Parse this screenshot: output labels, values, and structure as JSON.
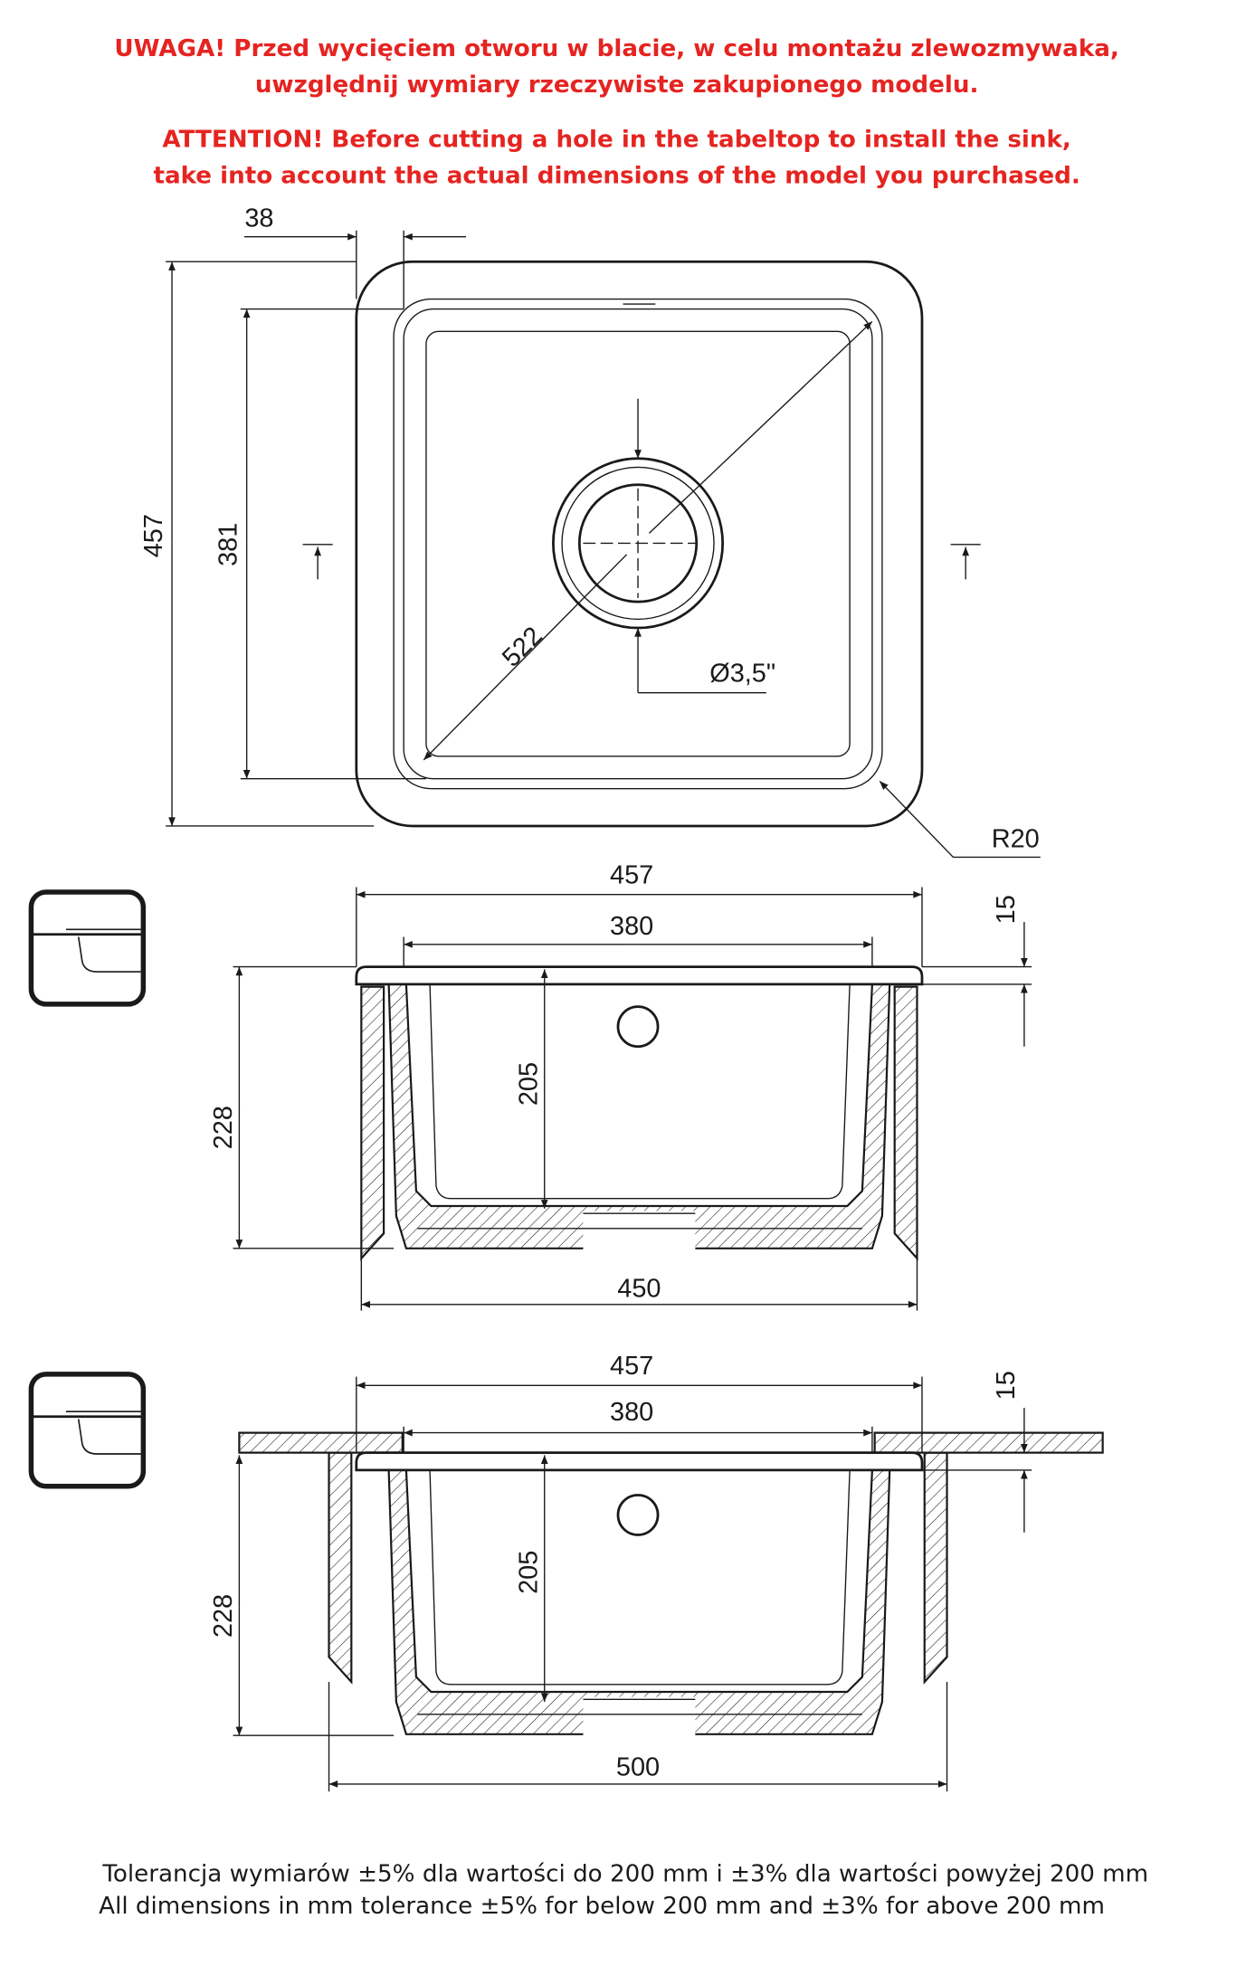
{
  "warning": {
    "pl_line1": "UWAGA! Przed wycięciem otworu w blacie, w celu montażu zlewozmywaka,",
    "pl_line2": "uwzględnij wymiary rzeczywiste zakupionego modelu.",
    "en_line1": "ATTENTION! Before cutting a hole in the tabeltop to install the sink,",
    "en_line2": "take into account the actual dimensions of the model you purchased."
  },
  "top_view": {
    "dim_rim": "38",
    "dim_outer": "457",
    "dim_inner": "381",
    "dim_diagonal": "522",
    "dim_drain": "Ø3,5\"",
    "dim_radius": "R20"
  },
  "section_overmount": {
    "dim_outer_width": "457",
    "dim_inner_width": "380",
    "dim_rim_height": "15",
    "dim_depth": "205",
    "dim_total_height": "228",
    "dim_base_width": "450"
  },
  "section_undermount": {
    "dim_outer_width": "457",
    "dim_inner_width": "380",
    "dim_rim_height": "15",
    "dim_depth": "205",
    "dim_total_height": "228",
    "dim_cabinet_width": "500"
  },
  "footer": {
    "tolerance_pl": "Tolerancja wymiarów ±5% dla wartości do 200 mm i ±3% dla wartości powyżej 200 mm",
    "tolerance_en": "All dimensions in mm tolerance ±5% for below 200 mm and ±3% for above 200 mm"
  },
  "colors": {
    "warning": "#e52421",
    "line": "#1a1a1a"
  }
}
